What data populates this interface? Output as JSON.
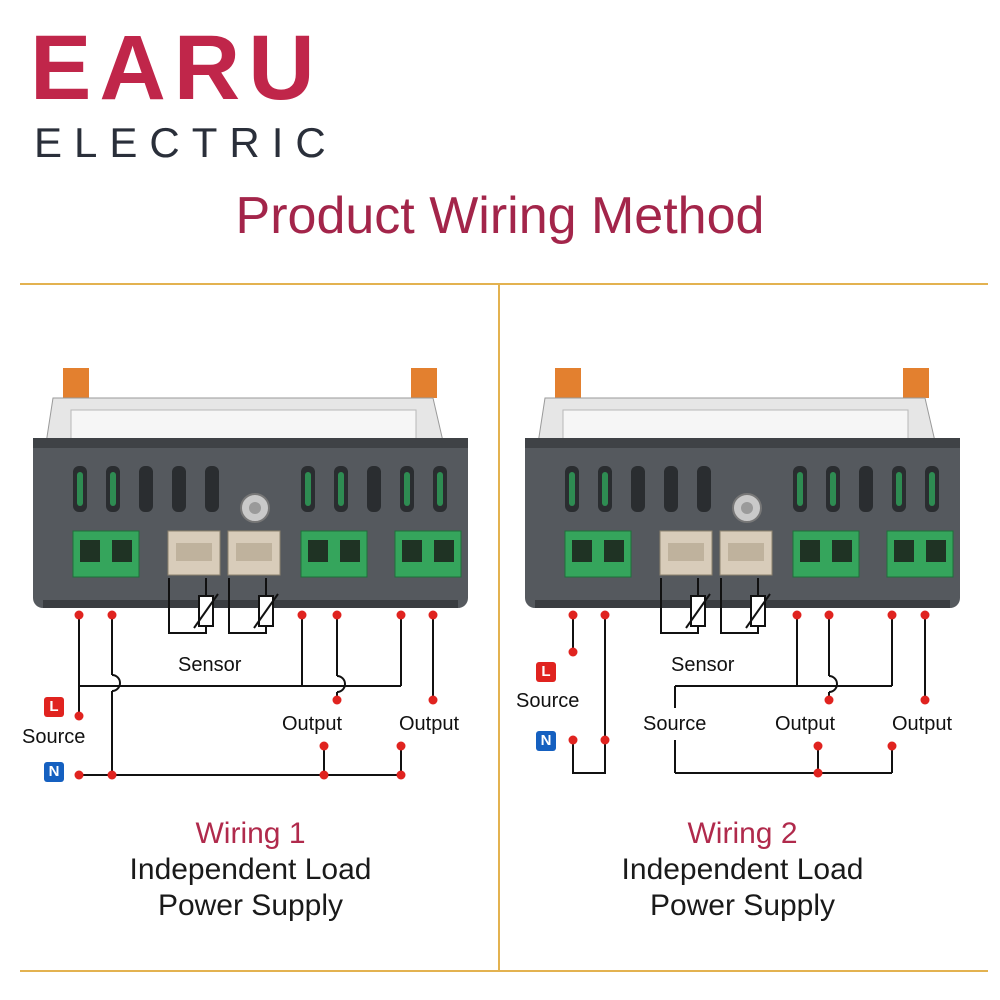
{
  "brand": {
    "name": "EARU",
    "sub": "ELECTRIC",
    "color": "#c0264a"
  },
  "title": "Product Wiring Method",
  "colors": {
    "divider": "#e3b250",
    "live": "#e0231f",
    "neutral": "#1560c0",
    "terminal": "#35a55c",
    "housing": "#55595e"
  },
  "panels": [
    {
      "labels": {
        "sensor": "Sensor",
        "source": "Source",
        "output_a": "Output",
        "output_b": "Output",
        "live": "L",
        "neutral": "N"
      },
      "caption": {
        "title": "Wiring 1",
        "line1": "Independent Load",
        "line2": "Power Supply"
      }
    },
    {
      "labels": {
        "sensor": "Sensor",
        "source_left": "Source",
        "source_load": "Source",
        "output_a": "Output",
        "output_b": "Output",
        "live": "L",
        "neutral": "N"
      },
      "caption": {
        "title": "Wiring 2",
        "line1": "Independent Load",
        "line2": "Power Supply"
      }
    }
  ]
}
